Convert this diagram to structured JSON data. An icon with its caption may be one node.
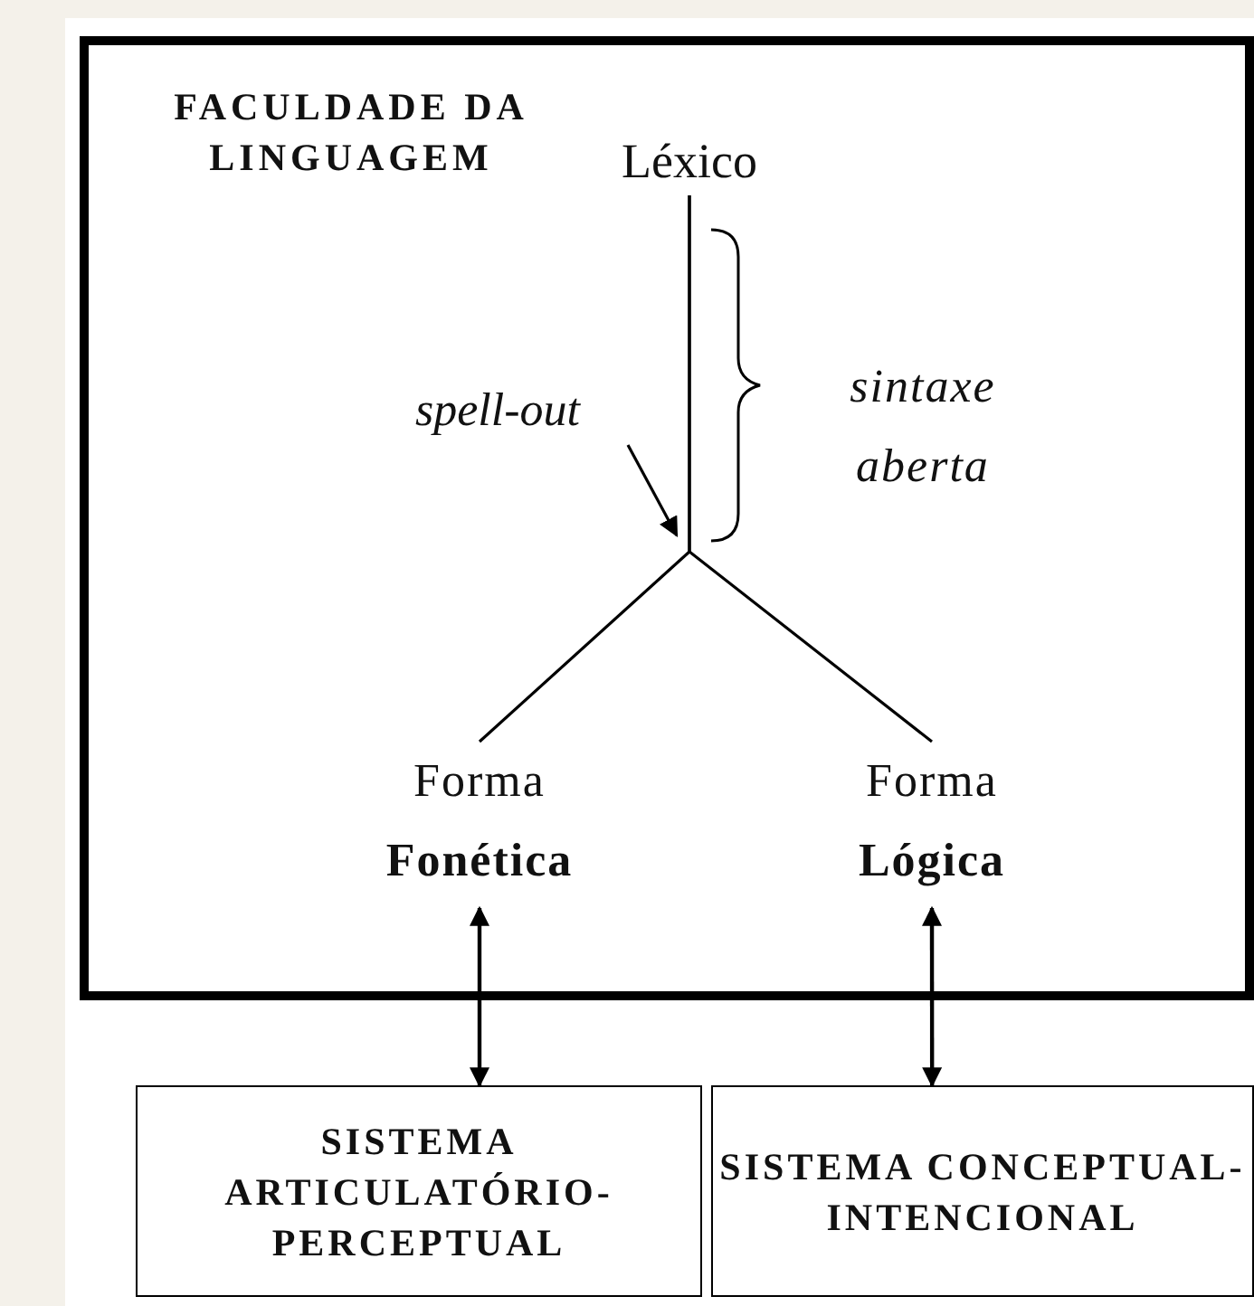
{
  "diagram": {
    "nodes": [
      {
        "text": [
          "FACULDADE DA LINGUAGEM"
        ]
      },
      {
        "text": [
          "Léxico"
        ],
        "in": 0
      },
      {
        "text": [
          "spell-out"
        ],
        "in": 0
      },
      {
        "text": [
          "Forma **Fonética**"
        ],
        "in": 0
      },
      {
        "text": [
          "Forma **Lógica**"
        ],
        "in": 0
      },
      {
        "text": [
          "SISTEMA ARTICULATÓRIO-PERCEPTUAL"
        ]
      },
      {
        "text": [
          "SISTEMA CONCEPTUAL-INTENCIONAL"
        ]
      }
    ],
    "edges": [
      {
        "from": 1,
        "to": 3,
        "arrow": "none"
      },
      {
        "from": 1,
        "to": 4,
        "arrow": "none"
      },
      {
        "from": 2,
        "to": null,
        "arrow": "to"
      },
      {
        "from": 3,
        "to": 5,
        "arrow": "both"
      },
      {
        "from": 4,
        "to": 6,
        "arrow": "both"
      }
    ],
    "labels": [
      "sintaxe aberta"
    ]
  }
}
